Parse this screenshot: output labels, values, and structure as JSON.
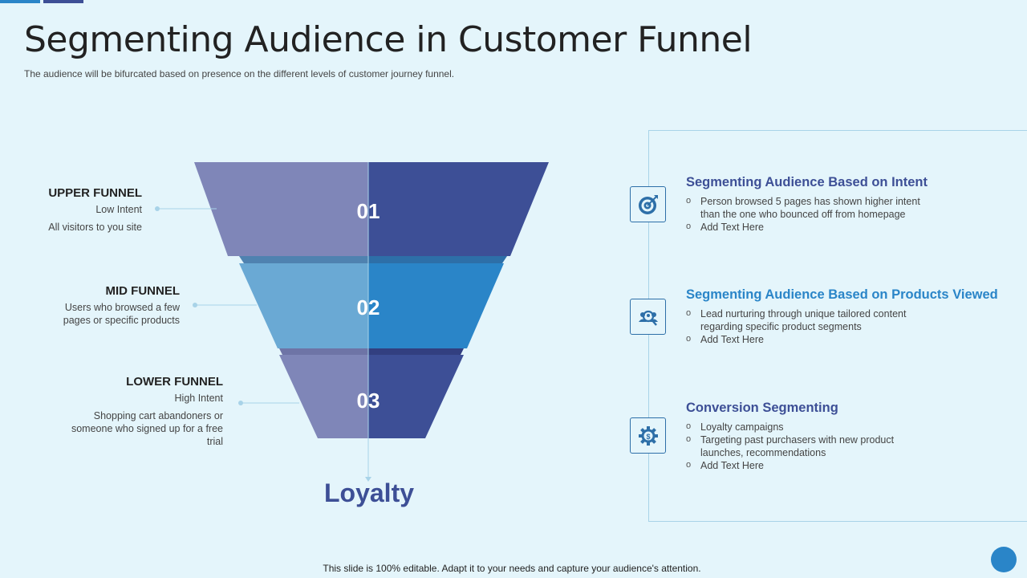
{
  "title": "Segmenting Audience in Customer Funnel",
  "subtitle": "The audience will be bifurcated based on presence on the different levels of customer journey funnel.",
  "funnel": {
    "stages": [
      {
        "number": "01",
        "name": "UPPER FUNNEL",
        "lines": [
          "Low Intent",
          "All visitors  to you site"
        ]
      },
      {
        "number": "02",
        "name": "MID FUNNEL",
        "lines": [
          "Users who browsed  a few pages or specific products"
        ]
      },
      {
        "number": "03",
        "name": "LOWER FUNNEL",
        "lines": [
          "High Intent",
          "Shopping cart abandoners  or someone who signed up for a free trial"
        ]
      }
    ],
    "result": "Loyalty"
  },
  "segments": [
    {
      "title": "Segmenting Audience Based on Intent",
      "icon": "target-icon",
      "color": "#3d4f96",
      "bullets": [
        "Person browsed 5 pages has shown higher intent than the one who bounced off from homepage",
        "Add Text Here"
      ]
    },
    {
      "title": "Segmenting Audience Based on Products Viewed",
      "icon": "audience-search-icon",
      "color": "#2a85c8",
      "bullets": [
        "Lead nurturing through unique tailored content regarding  specific product segments",
        "Add Text Here"
      ]
    },
    {
      "title": "Conversion Segmenting",
      "icon": "money-gear-icon",
      "color": "#3d4f96",
      "bullets": [
        "Loyalty campaigns",
        "Targeting  past purchasers with new product launches, recommendations",
        "Add Text Here"
      ]
    }
  ],
  "footer": "This slide is 100% editable. Adapt it to your needs and capture your audience's attention.",
  "colors": {
    "background": "#e4f5fb",
    "navy": "#3d4f96",
    "navy_light": "#7f86b8",
    "blue": "#2a85c8",
    "blue_light": "#6aa9d4"
  }
}
